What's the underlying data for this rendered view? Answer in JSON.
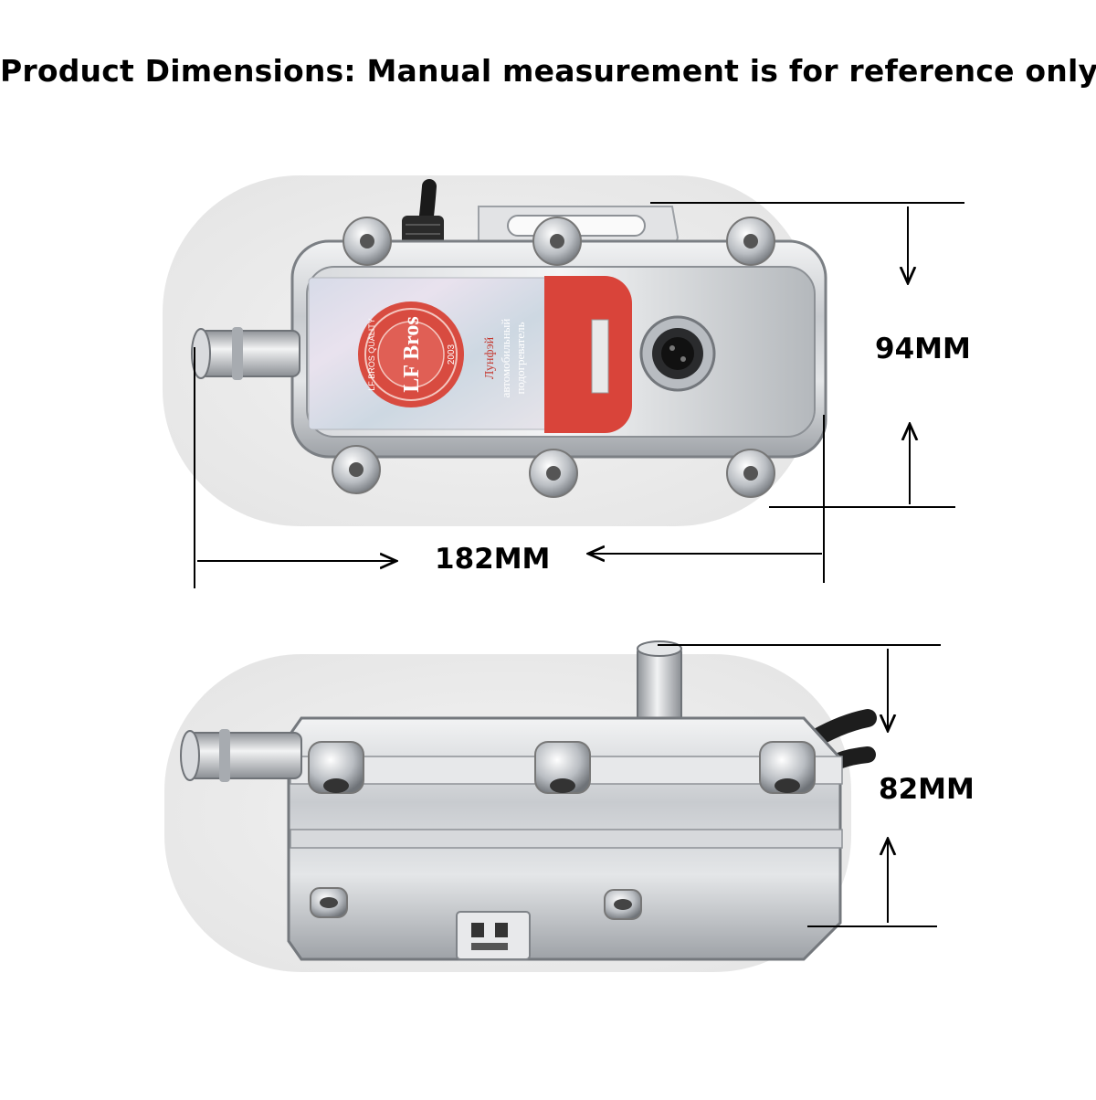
{
  "title": "Product Dimensions: Manual measurement is for reference only",
  "dimensions": {
    "height_label": "94MM",
    "width_label": "182MM",
    "depth_label": "82MM"
  },
  "logo": {
    "brand": "LF Bros",
    "ring_text": "LF BROS QUALITY",
    "year": "2003",
    "side_text_1": "Лунфэй",
    "side_text_2": "автомобильный",
    "side_text_3": "подогреватель"
  },
  "colors": {
    "label_red": "#d9443a",
    "metal": "#c9ccd0",
    "text": "#000000"
  }
}
